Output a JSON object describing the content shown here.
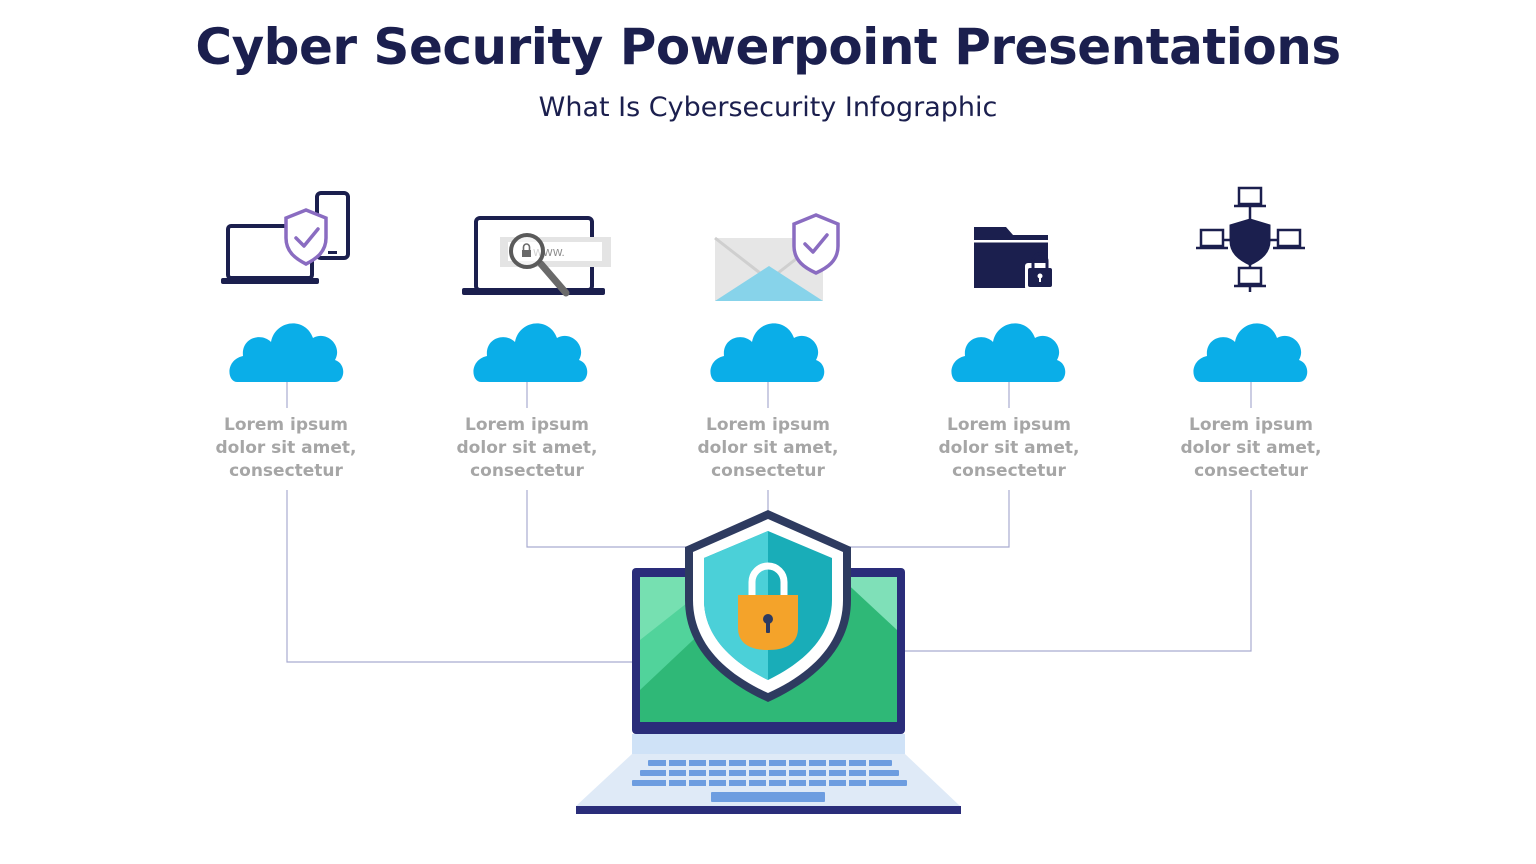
{
  "header": {
    "title": "Cyber Security Powerpoint Presentations",
    "subtitle": "What Is Cybersecurity Infographic"
  },
  "colors": {
    "navy": "#1b1f4e",
    "cloud": "#0aaee8",
    "shield_outline": "#8a6cc1",
    "label_gray": "#a6a6a6",
    "laptop_screen": "#3cc98a",
    "shield_teal": "#19b8c2",
    "padlock": "#f4a32a"
  },
  "items": [
    {
      "icon": "devices-shield-icon",
      "lines": [
        "Lorem ipsum",
        "dolor sit amet,",
        "consectetur"
      ]
    },
    {
      "icon": "browser-search-icon",
      "lines": [
        "Lorem ipsum",
        "dolor sit amet,",
        "consectetur"
      ],
      "url_text": "WWW."
    },
    {
      "icon": "secure-email-icon",
      "lines": [
        "Lorem ipsum",
        "dolor sit amet,",
        "consectetur"
      ]
    },
    {
      "icon": "locked-folder-icon",
      "lines": [
        "Lorem ipsum",
        "dolor sit amet,",
        "consectetur"
      ]
    },
    {
      "icon": "network-shield-icon",
      "lines": [
        "Lorem ipsum",
        "dolor sit amet,",
        "consectetur"
      ]
    }
  ],
  "center": {
    "icon": "laptop-shield-padlock-icon"
  }
}
